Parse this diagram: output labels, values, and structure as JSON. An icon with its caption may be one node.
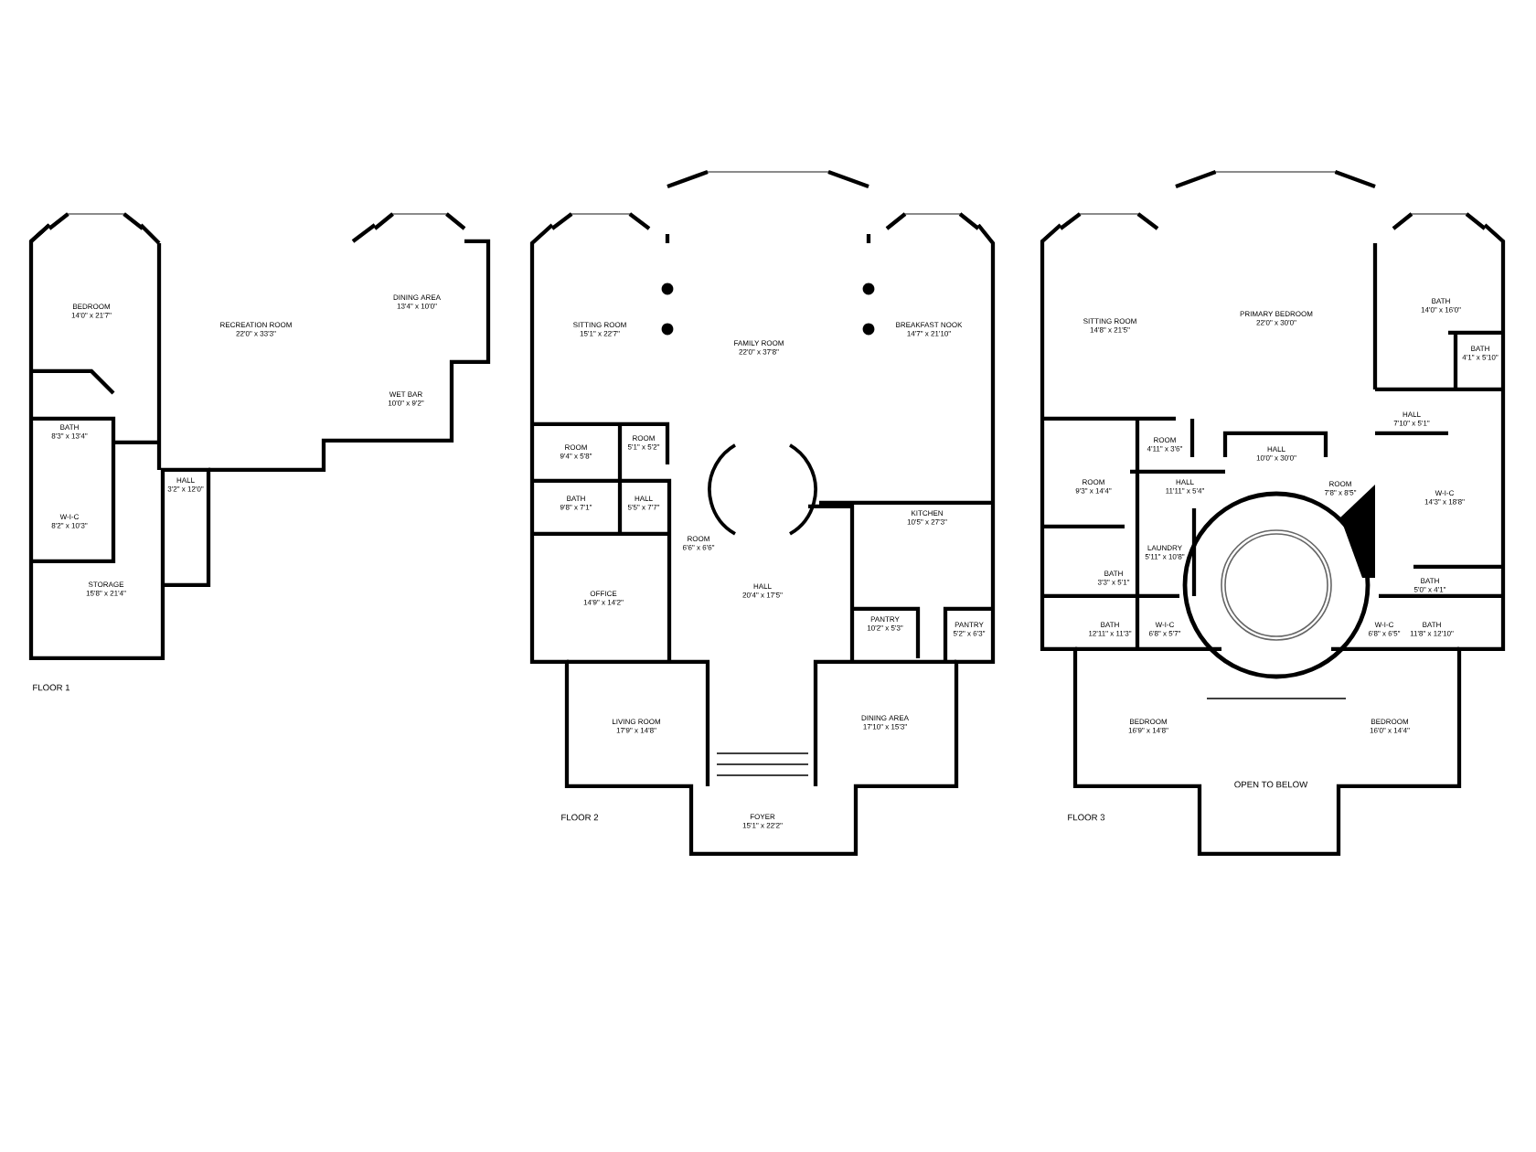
{
  "diagram": {
    "labels": [
      "BEDROOM",
      "14'0\" x 21'7\"",
      "RECREATION ROOM",
      "22'0\" x 33'3\"",
      "DINING AREA",
      "13'4\" x 10'0\"",
      "WET BAR",
      "10'0\" x 9'2\"",
      "BATH",
      "8'3\" x 13'4\"",
      "HALL",
      "3'2\" x 12'0\"",
      "W-I-C",
      "8'2\" x 10'3\"",
      "STORAGE",
      "15'8\" x 21'4\"",
      "FLOOR 1",
      "SITTING ROOM",
      "15'1\" x 22'7\"",
      "FAMILY ROOM",
      "22'0\" x 37'8\"",
      "BREAKFAST NOOK",
      "14'7\" x 21'10\"",
      "ROOM",
      "9'4\" x 5'8\"",
      "ROOM",
      "5'1\" x 5'2\"",
      "BATH",
      "9'8\" x 7'1\"",
      "HALL",
      "5'5\" x 7'7\"",
      "KITCHEN",
      "10'5\" x 27'3\"",
      "ROOM",
      "6'6\" x 6'6\"",
      "OFFICE",
      "14'9\" x 14'2\"",
      "HALL",
      "20'4\" x 17'5\"",
      "PANTRY",
      "10'2\" x 5'3\"",
      "PANTRY",
      "5'2\" x 6'3\"",
      "LIVING ROOM",
      "17'9\" x 14'8\"",
      "DINING AREA",
      "17'10\" x 15'3\"",
      "FOYER",
      "15'1\" x 22'2\"",
      "FLOOR 2",
      "SITTING ROOM",
      "14'8\" x 21'5\"",
      "PRIMARY BEDROOM",
      "22'0\" x 30'0\"",
      "BATH",
      "14'0\" x 16'0\"",
      "BATH",
      "4'1\" x 5'10\"",
      "HALL",
      "7'10\" x 5'1\"",
      "ROOM",
      "4'11\" x 3'6\"",
      "HALL",
      "10'0\" x 30'0\"",
      "ROOM",
      "7'8\" x 8'5\"",
      "ROOM",
      "9'3\" x 14'4\"",
      "HALL",
      "11'11\" x 5'4\"",
      "W-I-C",
      "14'3\" x 18'8\"",
      "LAUNDRY",
      "5'11\" x 10'8\"",
      "BATH",
      "3'3\" x 5'1\"",
      "BATH",
      "5'0\" x 4'1\"",
      "BATH",
      "12'11\" x 11'3\"",
      "W-I-C",
      "6'8\" x 5'7\"",
      "W-I-C",
      "6'8\" x 6'5\"",
      "BATH",
      "11'8\" x 12'10\"",
      "BEDROOM",
      "16'9\" x 14'8\"",
      "BEDROOM",
      "16'0\" x 14'4\"",
      "OPEN TO BELOW",
      "FLOOR 3"
    ]
  }
}
